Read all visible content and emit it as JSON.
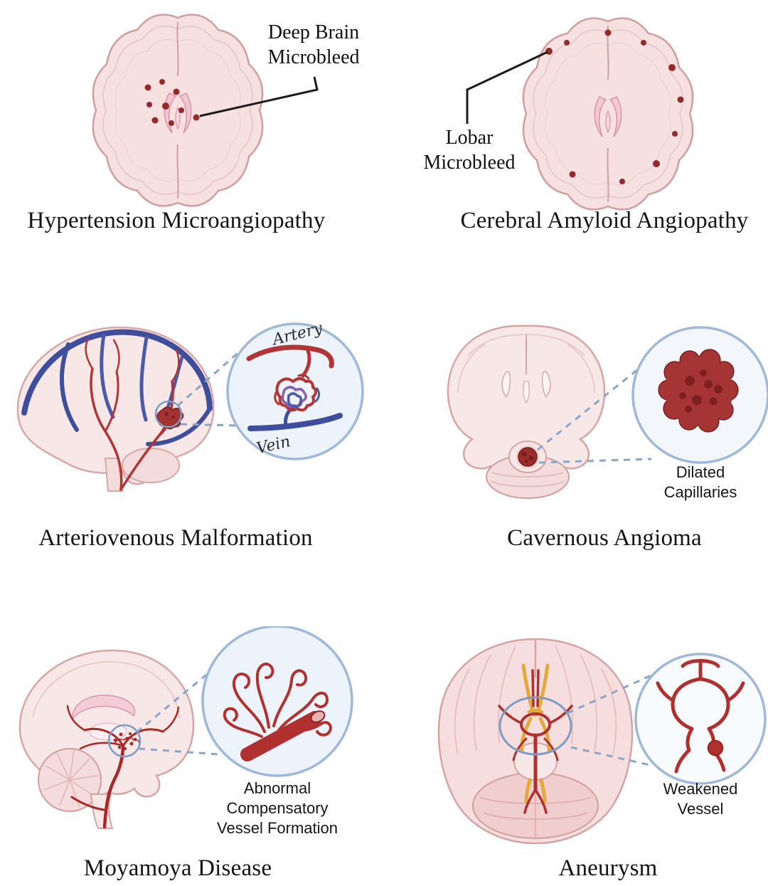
{
  "figure": {
    "panels": {
      "hypertension": {
        "caption": "Hypertension Microangiopathy",
        "annotation": "Deep Brain\nMicrobleed"
      },
      "caa": {
        "caption": "Cerebral Amyloid Angiopathy",
        "annotation": "Lobar\nMicrobleed"
      },
      "avm": {
        "caption": "Arteriovenous Malformation",
        "artery_label": "Artery",
        "vein_label": "Vein"
      },
      "cavernous": {
        "caption": "Cavernous Angioma",
        "annotation": "Dilated\nCapillaries"
      },
      "moyamoya": {
        "caption": "Moyamoya Disease",
        "annotation": "Abnormal\nCompensatory\nVessel Formation"
      },
      "aneurysm": {
        "caption": "Aneurysm",
        "annotation": "Weakened\nVessel"
      }
    },
    "colors": {
      "brain_fill": "#f8e7e7",
      "brain_outline": "#d6a6a6",
      "microbleed": "#942a2a",
      "artery_red": "#b23434",
      "vein_blue": "#3e4e9c",
      "lesion_red": "#9c2c2c",
      "optic_nerve_yellow": "#e2aa3c",
      "zoom_ring": "#9fb8da",
      "dashed_connector": "#8aa5c8",
      "pointer_line": "#1c1c1c"
    }
  }
}
